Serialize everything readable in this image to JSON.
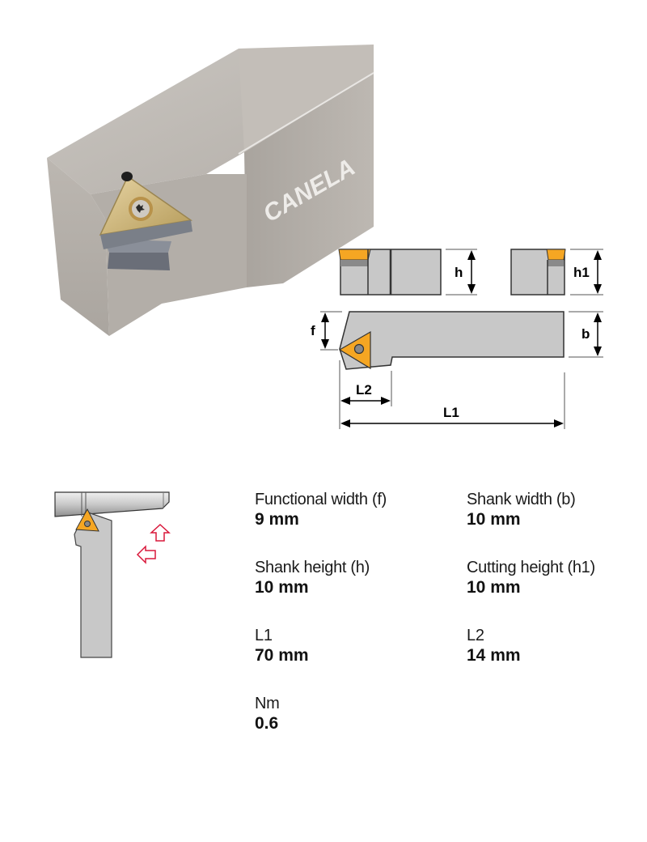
{
  "product": {
    "brand_engraving": "CANELA",
    "photo_alt": "Turning tool holder with triangular insert"
  },
  "drawing": {
    "labels": {
      "h": "h",
      "h1": "h1",
      "f": "f",
      "b": "b",
      "L1": "L1",
      "L2": "L2"
    }
  },
  "specs": [
    {
      "label": "Functional width (f)",
      "value": "9 mm"
    },
    {
      "label": "Shank width (b)",
      "value": "10 mm"
    },
    {
      "label": "Shank height (h)",
      "value": "10 mm"
    },
    {
      "label": "Cutting height (h1)",
      "value": "10 mm"
    },
    {
      "label": "L1",
      "value": "70 mm"
    },
    {
      "label": "L2",
      "value": "14 mm"
    },
    {
      "label": "Nm",
      "value": "0.6"
    }
  ],
  "colors": {
    "insert_orange": "#f5a623",
    "shank_gray": "#c8c8c8",
    "arrow_red": "#d9183b",
    "photo_body": "#b5b0aa"
  }
}
